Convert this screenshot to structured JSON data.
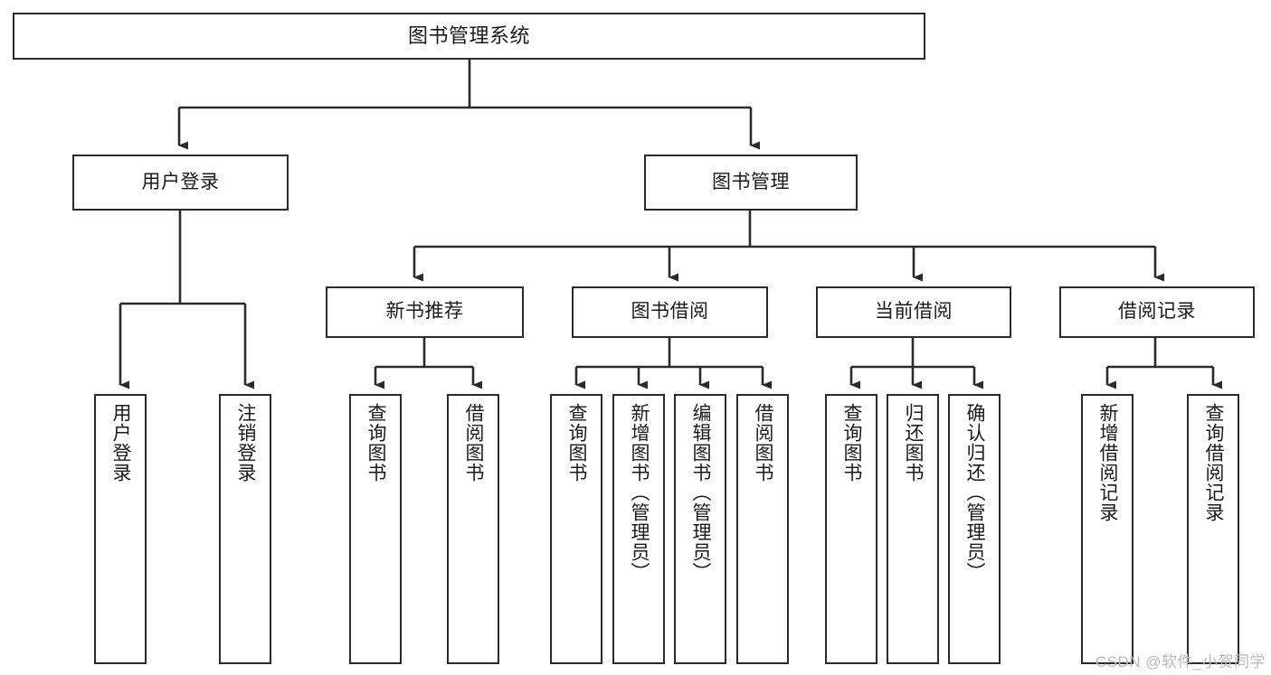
{
  "diagram": {
    "title": "图书管理系统",
    "type": "tree-hierarchy-chart",
    "watermark": "CSDN @软件_小贺同学",
    "colors": {
      "node_border": "#2b2b2b",
      "node_fill": "#ffffff",
      "edge": "#2b2b2b",
      "text": "#1b1b1b",
      "watermark": "#b9b9b9",
      "background": "#ffffff"
    },
    "root": {
      "label": "图书管理系统"
    },
    "level2": [
      {
        "label": "用户登录"
      },
      {
        "label": "图书管理"
      }
    ],
    "level3": [
      {
        "label": "新书推荐"
      },
      {
        "label": "图书借阅"
      },
      {
        "label": "当前借阅"
      },
      {
        "label": "借阅记录"
      }
    ],
    "leaves": {
      "user_login": [
        {
          "label": "用户登录"
        },
        {
          "label": "注销登录"
        }
      ],
      "new_book_recommend": [
        {
          "label": "查询图书"
        },
        {
          "label": "借阅图书"
        }
      ],
      "book_borrow": [
        {
          "label": "查询图书"
        },
        {
          "label": "新增图书（管理员）"
        },
        {
          "label": "编辑图书（管理员）"
        },
        {
          "label": "借阅图书"
        }
      ],
      "current_borrow": [
        {
          "label": "查询图书"
        },
        {
          "label": "归还图书"
        },
        {
          "label": "确认归还（管理员）"
        }
      ],
      "borrow_record": [
        {
          "label": "新增借阅记录"
        },
        {
          "label": "查询借阅记录"
        }
      ]
    }
  }
}
